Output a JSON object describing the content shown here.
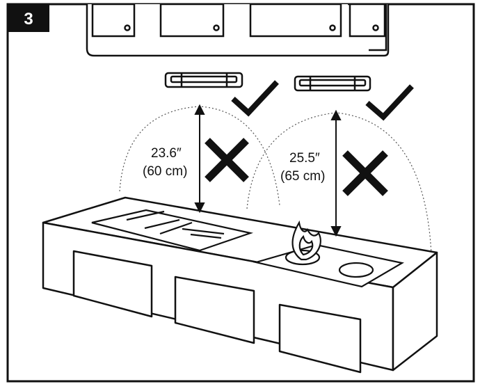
{
  "step": {
    "number": "3"
  },
  "measurements": {
    "left": {
      "inches": "23.6″",
      "cm": "(60 cm)"
    },
    "right": {
      "inches": "25.5″",
      "cm": "(65 cm)"
    }
  },
  "colors": {
    "ink": "#111111",
    "paper": "#ffffff",
    "dotted": "#555555"
  }
}
